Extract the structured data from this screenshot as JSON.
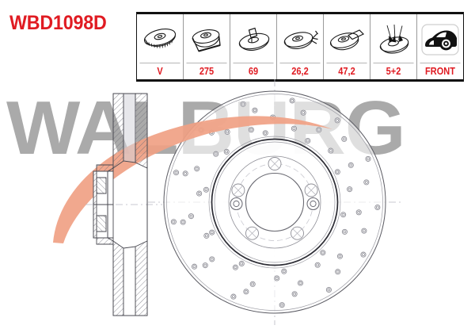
{
  "product": {
    "code": "WBD1098D",
    "code_color": "#e01b22"
  },
  "brand": {
    "watermark_text": "WALBURG",
    "watermark_color": "#aaaaaa",
    "swoosh_color": "#f0a184"
  },
  "spec_table": {
    "columns": [
      {
        "icon": "vented-disc-icon",
        "label": "disc-type",
        "value": "V"
      },
      {
        "icon": "disc-outer-diameter-icon",
        "label": "outer-diameter",
        "value": "275"
      },
      {
        "icon": "disc-height-icon",
        "label": "overall-height",
        "value": "69"
      },
      {
        "icon": "disc-thickness-icon",
        "label": "disc-thickness",
        "value": "26,2"
      },
      {
        "icon": "disc-inner-diameter-icon",
        "label": "centre-bore",
        "value": "47,2"
      },
      {
        "icon": "disc-bolt-holes-icon",
        "label": "number-of-holes",
        "value": "5+2"
      },
      {
        "icon": "car-front-axle-icon",
        "label": "axle-position",
        "value": "FRONT"
      }
    ]
  },
  "drawing": {
    "section_view_name": "brake-disc-cross-section",
    "face_view_name": "brake-disc-face-view",
    "face_view_features": {
      "drilled_holes": 64,
      "bolt_holes": 5,
      "threaded_holes": 2,
      "centerlines": "dashed"
    },
    "line_color": "#4a4a52",
    "hatch_color": "#555560"
  }
}
